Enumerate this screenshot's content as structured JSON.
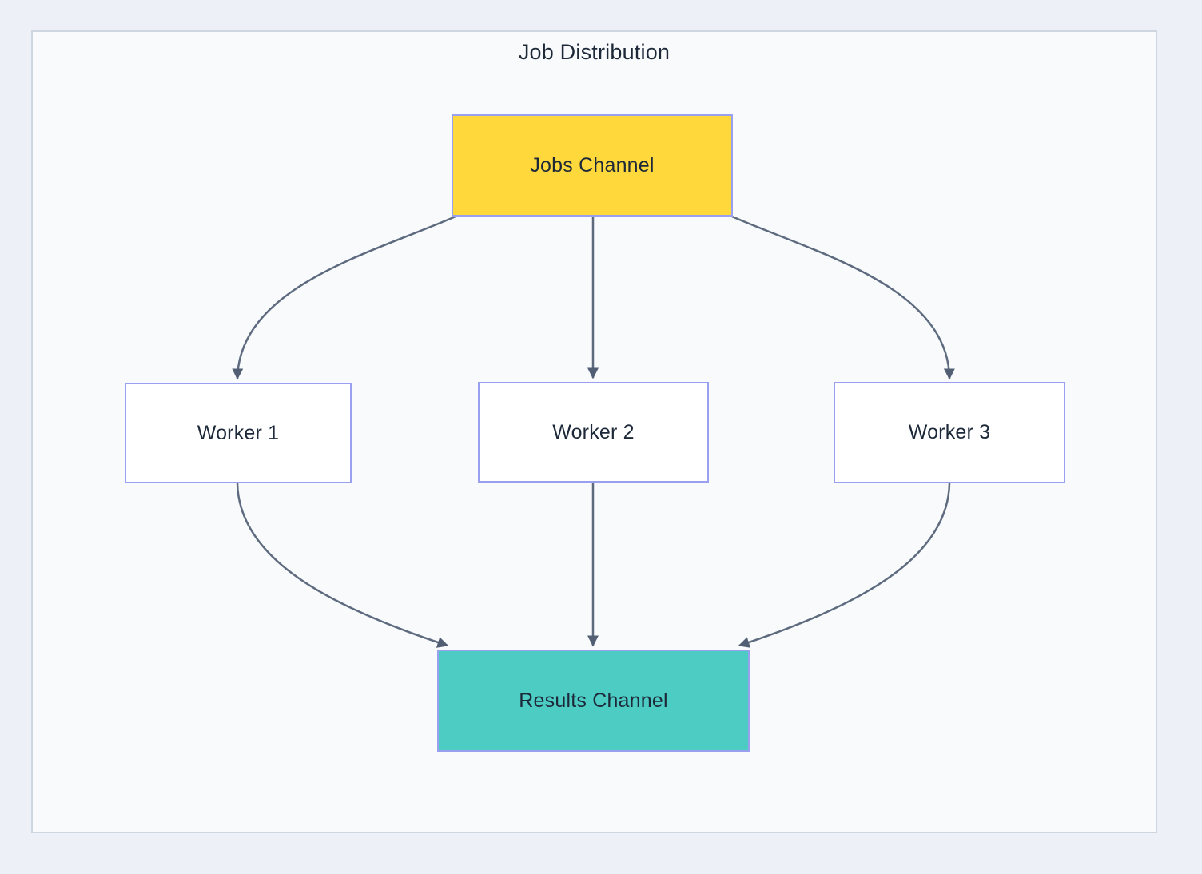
{
  "diagram": {
    "title": "Job Distribution",
    "nodes": [
      {
        "id": "jobs-channel",
        "label": "Jobs Channel",
        "type": "channel",
        "fill": "#FFD83C"
      },
      {
        "id": "worker-1",
        "label": "Worker 1",
        "type": "worker",
        "fill": "#FFFFFF"
      },
      {
        "id": "worker-2",
        "label": "Worker 2",
        "type": "worker",
        "fill": "#FFFFFF"
      },
      {
        "id": "worker-3",
        "label": "Worker 3",
        "type": "worker",
        "fill": "#FFFFFF"
      },
      {
        "id": "results-channel",
        "label": "Results Channel",
        "type": "channel",
        "fill": "#4DCCC3"
      }
    ],
    "edges": [
      {
        "from": "jobs-channel",
        "to": "worker-1"
      },
      {
        "from": "jobs-channel",
        "to": "worker-2"
      },
      {
        "from": "jobs-channel",
        "to": "worker-3"
      },
      {
        "from": "worker-1",
        "to": "results-channel"
      },
      {
        "from": "worker-2",
        "to": "results-channel"
      },
      {
        "from": "worker-3",
        "to": "results-channel"
      }
    ]
  },
  "colors": {
    "canvas_bg": "#EDF1F7",
    "panel_bg": "#F8FAFC",
    "panel_border": "#CDD6E1",
    "node_border": "#9AA0F0",
    "node_fill_jobs": "#FFD83C",
    "node_fill_worker": "#FFFFFF",
    "node_fill_results": "#4DCCC3",
    "edge_line": "#5E6B7F",
    "edge_arrow": "#515E74",
    "text": "#1D2939"
  }
}
